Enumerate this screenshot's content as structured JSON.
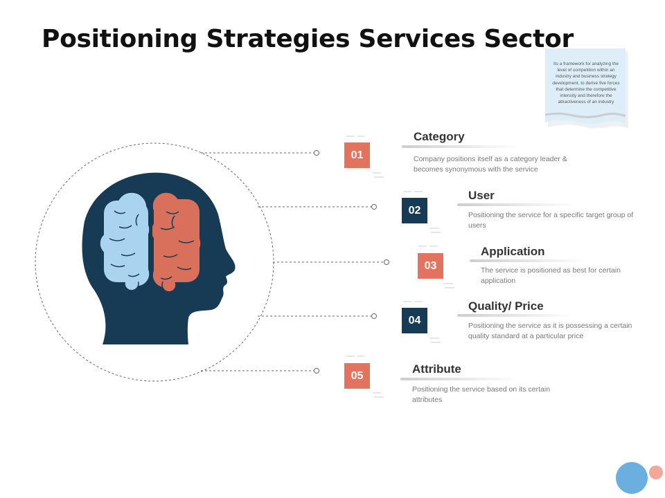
{
  "slide": {
    "title": "Positioning Strategies Services Sector",
    "note": "Its a framework for analyzing the level of competition within an industry and business strategy development. to derive five forces that determine the competitive intensity and therefore the attractiveness of an industry"
  },
  "items": [
    {
      "number": "01",
      "title": "Category",
      "description": "Company positions itself as a category leader & becomes synonymous with the service"
    },
    {
      "number": "02",
      "title": "User",
      "description": "Positioning the service for a specific target group of users"
    },
    {
      "number": "03",
      "title": "Application",
      "description": "The service is positioned as best for certain application"
    },
    {
      "number": "04",
      "title": "Quality/ Price",
      "description": "Positioning the service as it is possessing a certain quality standard at a particular price"
    },
    {
      "number": "05",
      "title": "Attribute",
      "description": "Positioning the service based on its certain attributes"
    }
  ],
  "colors": {
    "orange": "#e2735e",
    "navy": "#173a55",
    "brain_left": "#a9d3ee",
    "brain_right": "#d9705c",
    "accent_blue": "#6aafdf",
    "accent_pink": "#f2a79b"
  },
  "icons": {
    "head": "head-brain-icon",
    "note": "sticky-note-icon"
  }
}
